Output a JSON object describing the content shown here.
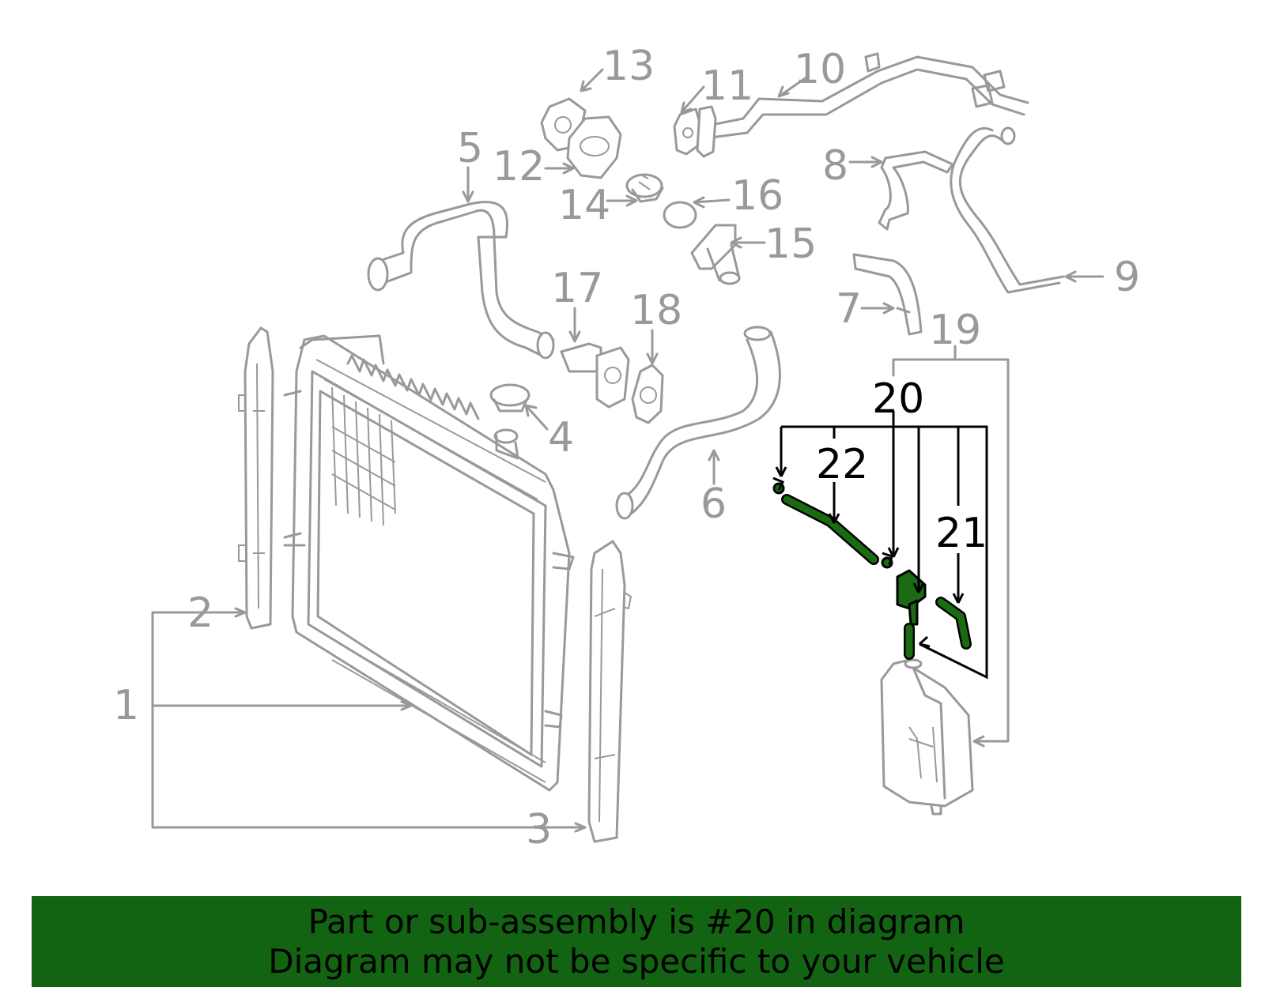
{
  "diagram": {
    "part_labels": [
      "1",
      "2",
      "3",
      "4",
      "5",
      "6",
      "7",
      "8",
      "9",
      "10",
      "11",
      "12",
      "13",
      "14",
      "15",
      "16",
      "17",
      "18",
      "19",
      "20",
      "21",
      "22"
    ],
    "highlighted_part": "20",
    "colors": {
      "outline": "#999999",
      "highlight": "#1a6b12",
      "banner": "#126412",
      "text_dark": "#000000"
    }
  },
  "banner": {
    "line1": "Part or sub-assembly is #20 in diagram",
    "line2": "Diagram may not be specific to your vehicle"
  }
}
